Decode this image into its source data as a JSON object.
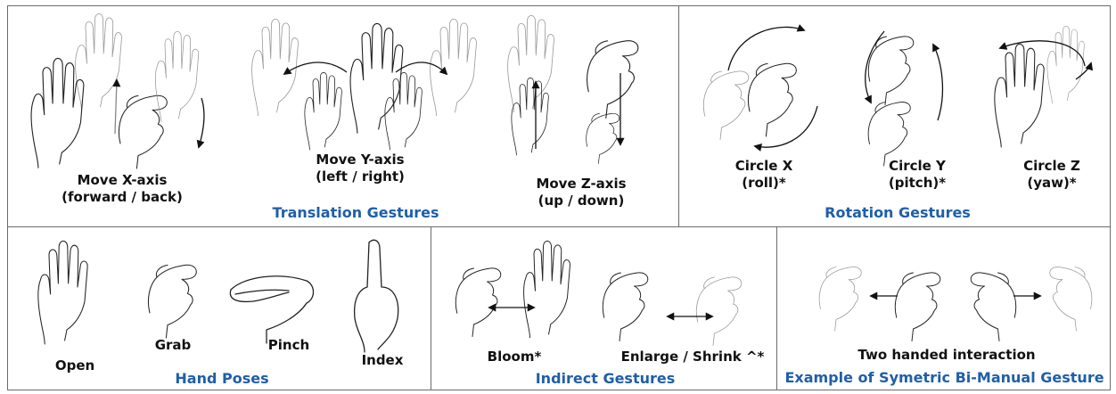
{
  "panels": {
    "translation": {
      "title": "Translation Gestures",
      "move_x": "Move X-axis\n(forward / back)",
      "move_y": "Move Y-axis\n(left / right)",
      "move_z": "Move Z-axis\n(up / down)"
    },
    "rotation": {
      "title": "Rotation Gestures",
      "circle_x": "Circle X\n(roll)*",
      "circle_y": "Circle Y\n(pitch)*",
      "circle_z": "Circle Z\n(yaw)*"
    },
    "hand_poses": {
      "title": "Hand Poses",
      "open": "Open",
      "grab": "Grab",
      "pinch": "Pinch",
      "index": "Index"
    },
    "indirect": {
      "title": "Indirect Gestures",
      "bloom": "Bloom*",
      "enlarge": "Enlarge / Shrink ^*"
    },
    "bimanual": {
      "title": "Example of Symetric Bi-Manual Gesture",
      "two_handed": "Two handed interaction"
    }
  },
  "colors": {
    "title": "#1f5fa8",
    "border": "#6b6b6b",
    "text": "#111111"
  }
}
